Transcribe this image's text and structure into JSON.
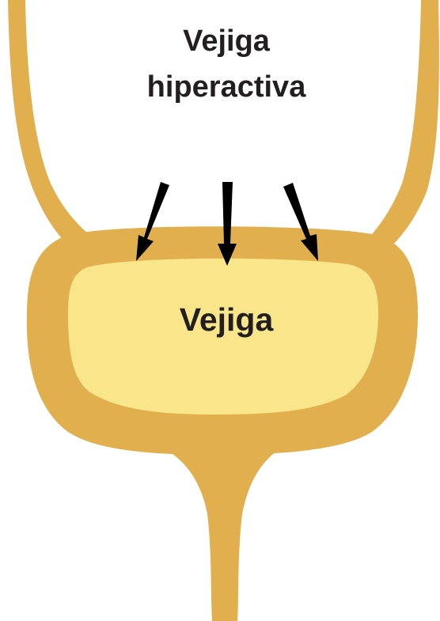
{
  "title": {
    "line1": "Vejiga",
    "line2": "hiperactiva"
  },
  "organ_label": "Vejiga",
  "colors": {
    "wall": "#e2af4f",
    "interior": "#f9e68a",
    "arrows": "#000000",
    "text": "#231f20",
    "background": "#ffffff"
  },
  "icons": [
    "pressure-arrow",
    "pressure-arrow",
    "pressure-arrow"
  ]
}
